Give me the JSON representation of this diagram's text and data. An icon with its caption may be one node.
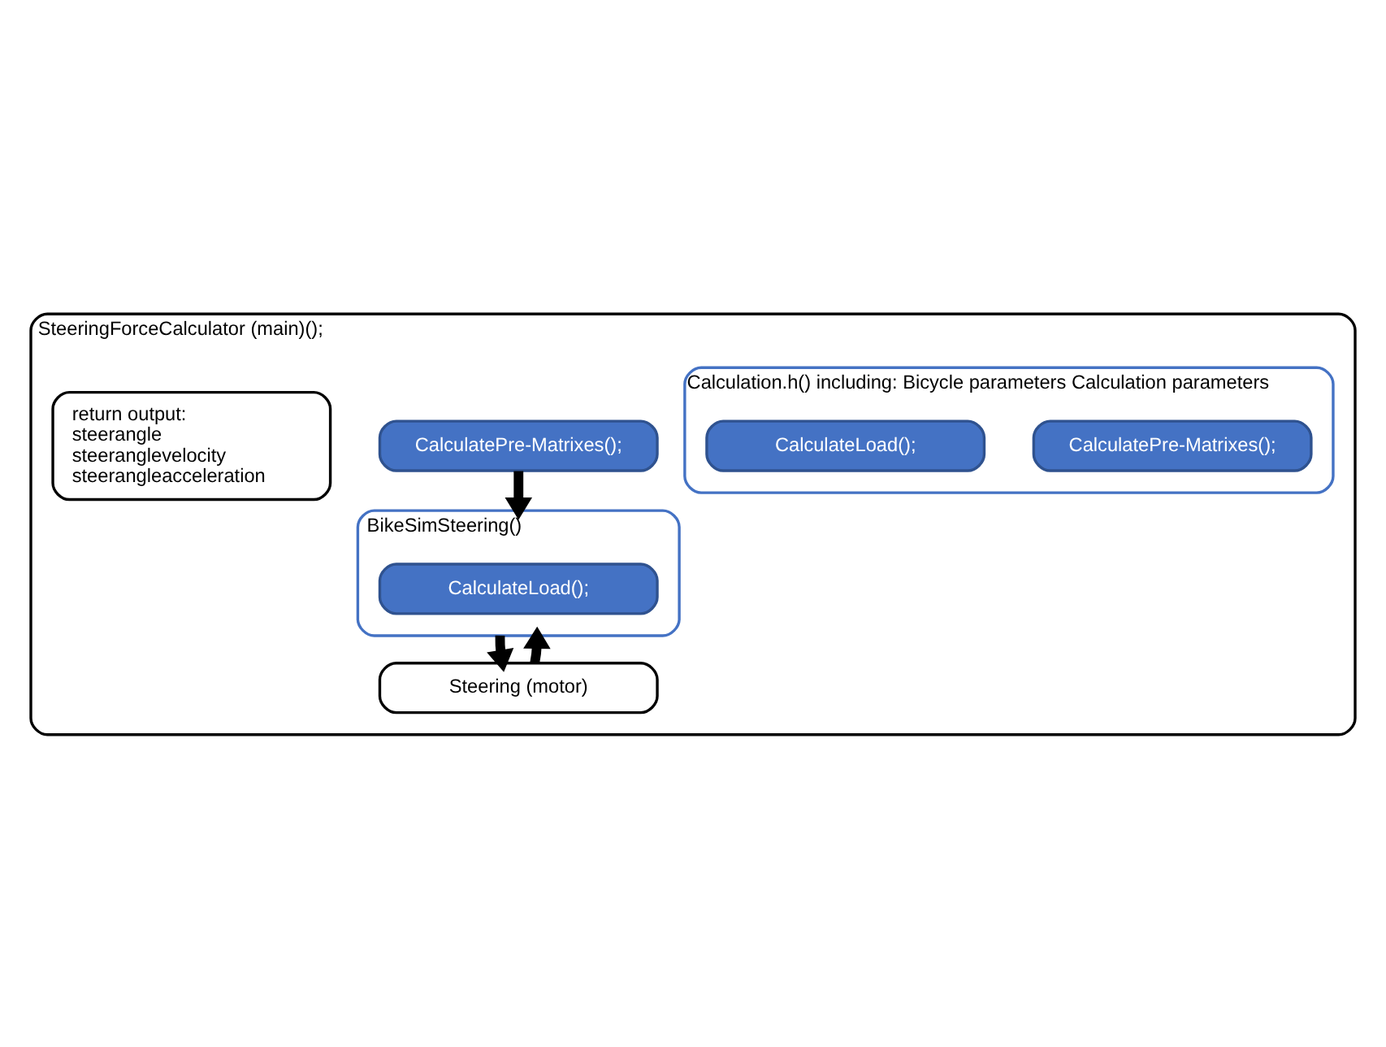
{
  "diagram": {
    "nodes": [
      {
        "text": [
          "SteeringForceCalculator (main)();"
        ]
      },
      {
        "text": [
          "CalculatePre-Matrixes();"
        ],
        "in": 0
      },
      {
        "text": [
          "BikeSimSteering()"
        ],
        "in": 0
      },
      {
        "text": [
          "CalculateLoad();"
        ],
        "in": 2
      },
      {
        "text": [
          "Steering (motor)"
        ],
        "in": 0
      },
      {
        "text": [
          "Calculation.h() including: Bicycle parameters Calculation parameters"
        ],
        "in": 0
      },
      {
        "text": [
          "CalculatePre-Matrixes();"
        ],
        "in": 5
      },
      {
        "text": [
          "CalculateLoad();"
        ],
        "in": 5
      },
      {
        "text": [
          "return output: steerangle steeranglevelocity steerangleacceleration"
        ],
        "in": 0
      }
    ],
    "edges": [
      {
        "from": 1,
        "to": 2,
        "arrow": "to"
      },
      {
        "from": 2,
        "to": 4,
        "arrow": "to"
      },
      {
        "from": 4,
        "to": 2,
        "arrow": "to"
      }
    ]
  }
}
